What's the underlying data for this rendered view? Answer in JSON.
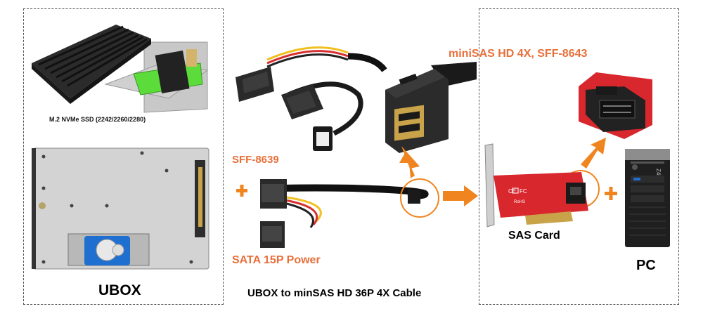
{
  "labels": {
    "ssd_caption": "M.2 NVMe SSD (2242/2260/2280)",
    "ubox": "UBOX",
    "cable_title": "UBOX to minSAS HD 36P 4X Cable",
    "sff8639": "SFF-8639",
    "sata_power": "SATA 15P Power",
    "minisas": "miniSAS HD 4X, SFF-8643",
    "sas_card": "SAS Card",
    "pc": "PC"
  },
  "card_marks": {
    "ce": "CE",
    "fc": "FC",
    "rohs": "RoHS"
  },
  "pc_badge": "Z400",
  "colors": {
    "accent": "#e8703a",
    "arrow": "#f0851f",
    "pcb": "#d8272d",
    "green": "#5bdc3a",
    "blue": "#1f6fd1"
  }
}
